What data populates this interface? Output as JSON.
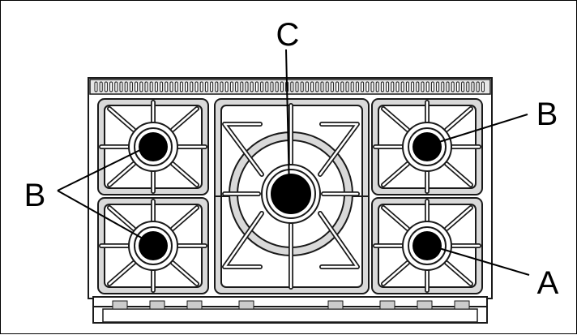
{
  "labels": {
    "a": "A",
    "b_right": "B",
    "b_left": "B",
    "c": "C"
  },
  "colors": {
    "stroke": "#1a1a1a",
    "grate_fill": "#d9d9d9",
    "burner_core": "#000000"
  }
}
